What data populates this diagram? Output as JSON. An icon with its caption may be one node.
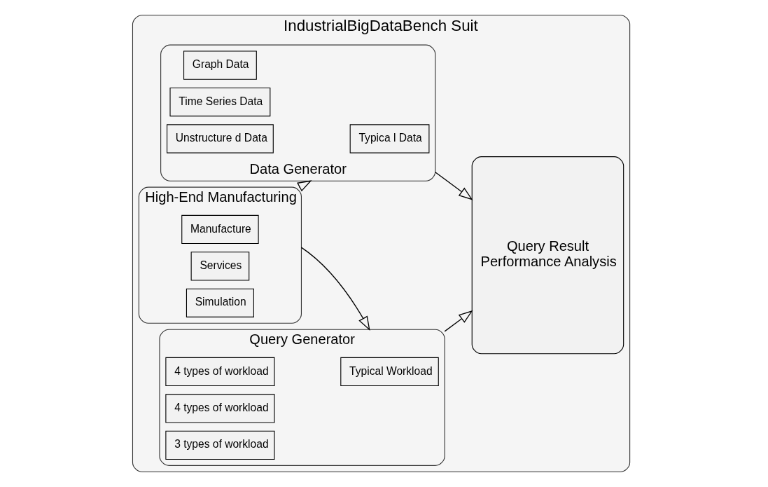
{
  "diagram": {
    "nodes": [
      {
        "text": [
          "IndustrialBigDataBench Suit"
        ]
      },
      {
        "text": [
          "High-End Manufacturing"
        ],
        "in": 0
      },
      {
        "text": [
          "Manufacture"
        ],
        "in": 1
      },
      {
        "text": [
          "Services"
        ],
        "in": 1
      },
      {
        "text": [
          "Simulation"
        ],
        "in": 1
      },
      {
        "text": [
          "Data Generator"
        ],
        "in": 0
      },
      {
        "text": [
          "Typica l Data"
        ],
        "in": 5
      },
      {
        "text": [
          "Graph Data"
        ],
        "in": 5
      },
      {
        "text": [
          "Time Series Data"
        ],
        "in": 5
      },
      {
        "text": [
          "Unstructure d Data"
        ],
        "in": 5
      },
      {
        "text": [
          "Query Generator"
        ],
        "in": 0
      },
      {
        "text": [
          "Typical Workload"
        ],
        "in": 10
      },
      {
        "text": [
          "4 types of workload"
        ],
        "in": 10
      },
      {
        "text": [
          "4 types of workload"
        ],
        "in": 10
      },
      {
        "text": [
          "3 types of workload"
        ],
        "in": 10
      },
      {
        "text": [
          "Query Result",
          "Performance Analysis"
        ],
        "in": 0
      }
    ],
    "edges": [
      {
        "from": 1,
        "to": 5,
        "arrow": "to"
      },
      {
        "from": 1,
        "to": 10,
        "arrow": "to"
      },
      {
        "from": 5,
        "to": 15,
        "arrow": "to"
      },
      {
        "from": 10,
        "to": 15,
        "arrow": "to"
      }
    ]
  }
}
